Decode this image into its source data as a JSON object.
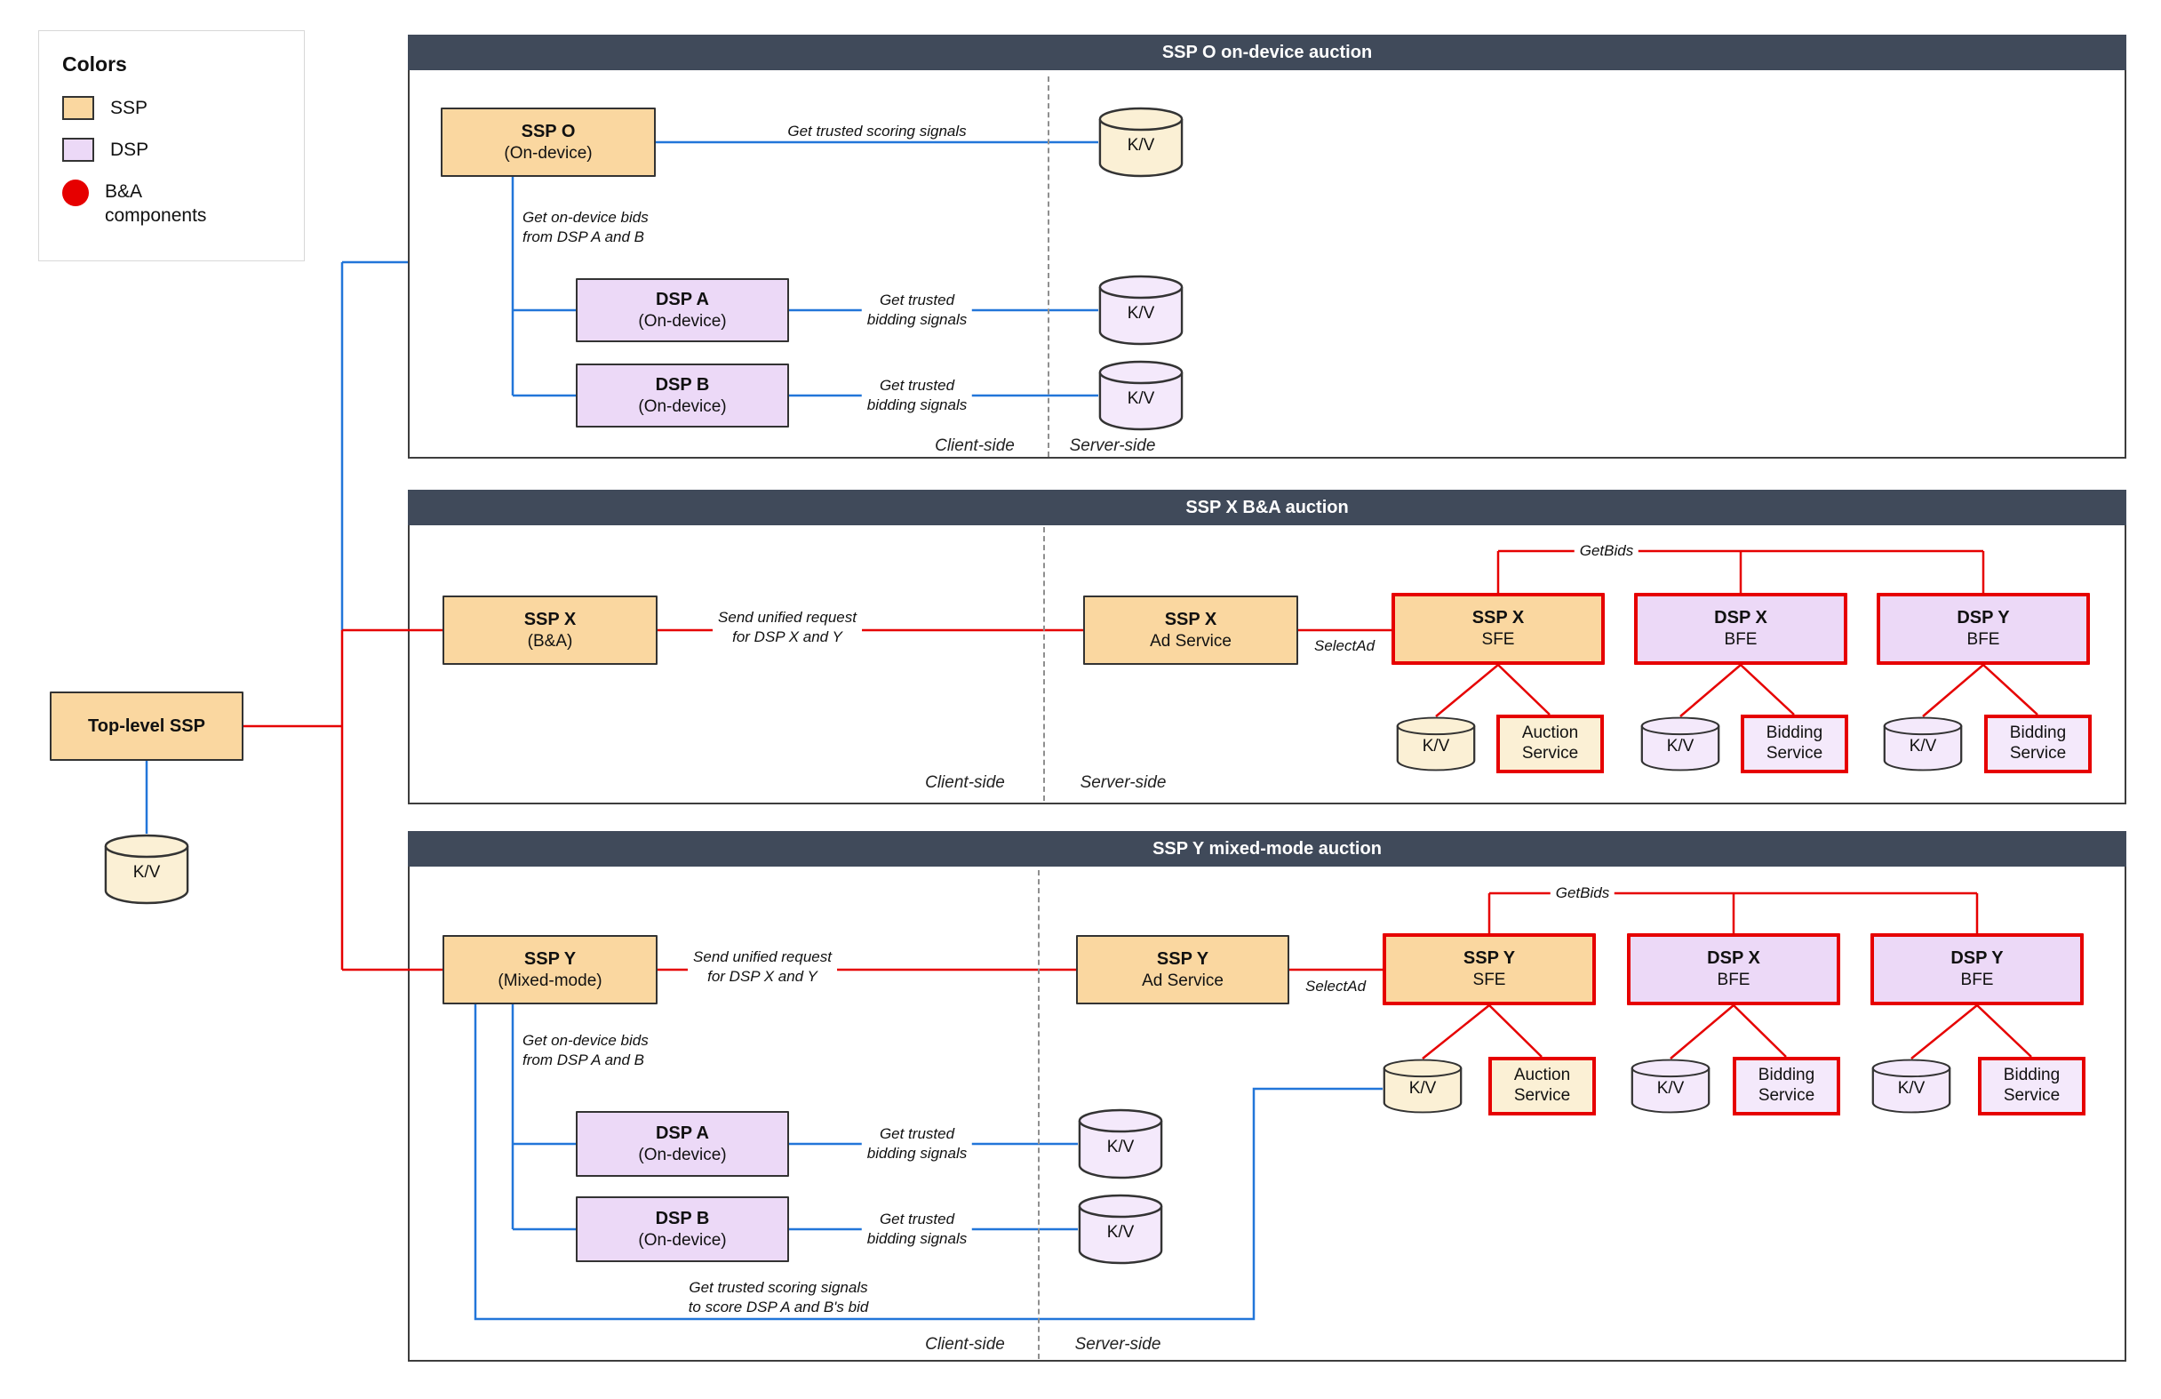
{
  "colors": {
    "ssp_fill": "#FAD7A0",
    "dsp_fill": "#ECD9F7",
    "ba_red": "#E60000",
    "arrow_blue": "#2276D9",
    "panel_header_bg": "#404A5A",
    "kv_cream": "#FBF0D5",
    "kv_lavender": "#F4E9FB"
  },
  "legend": {
    "title": "Colors",
    "ssp_label": "SSP",
    "dsp_label": "DSP",
    "ba_label": "B&A components"
  },
  "top_level_ssp_label": "Top-level SSP",
  "kv_label": "K/V",
  "panel1": {
    "title": "SSP O on-device auction",
    "ssp_o": {
      "title": "SSP O",
      "subtitle": "(On-device)"
    },
    "dsp_a": {
      "title": "DSP A",
      "subtitle": "(On-device)"
    },
    "dsp_b": {
      "title": "DSP B",
      "subtitle": "(On-device)"
    },
    "labels": {
      "scoring": "Get trusted scoring signals",
      "on_device_bids_1": "Get on-device bids",
      "on_device_bids_2": "from DSP A and B",
      "bidding_1": "Get trusted",
      "bidding_2": "bidding signals"
    },
    "client_side": "Client-side",
    "server_side": "Server-side"
  },
  "panel2": {
    "title": "SSP X B&A auction",
    "ssp_x": {
      "title": "SSP X",
      "subtitle": "(B&A)"
    },
    "ad_service": {
      "title": "SSP X",
      "subtitle": "Ad Service"
    },
    "sfe": {
      "title": "SSP X",
      "subtitle": "SFE"
    },
    "bfe_x": {
      "title": "DSP X",
      "subtitle": "BFE"
    },
    "bfe_y": {
      "title": "DSP Y",
      "subtitle": "BFE"
    },
    "auction_service": "Auction Service",
    "bidding_service": "Bidding Service",
    "labels": {
      "unified_1": "Send unified request",
      "unified_2": "for DSP X and Y",
      "select_ad": "SelectAd",
      "get_bids": "GetBids"
    },
    "client_side": "Client-side",
    "server_side": "Server-side"
  },
  "panel3": {
    "title": "SSP Y mixed-mode auction",
    "ssp_y": {
      "title": "SSP Y",
      "subtitle": "(Mixed-mode)"
    },
    "ad_service": {
      "title": "SSP Y",
      "subtitle": "Ad Service"
    },
    "sfe": {
      "title": "SSP Y",
      "subtitle": "SFE"
    },
    "bfe_x": {
      "title": "DSP X",
      "subtitle": "BFE"
    },
    "bfe_y": {
      "title": "DSP Y",
      "subtitle": "BFE"
    },
    "auction_service": "Auction Service",
    "bidding_service": "Bidding Service",
    "dsp_a": {
      "title": "DSP A",
      "subtitle": "(On-device)"
    },
    "dsp_b": {
      "title": "DSP B",
      "subtitle": "(On-device)"
    },
    "labels": {
      "unified_1": "Send unified request",
      "unified_2": "for DSP X and Y",
      "select_ad": "SelectAd",
      "get_bids": "GetBids",
      "on_device_bids_1": "Get on-device bids",
      "on_device_bids_2": "from DSP A and B",
      "bidding_1": "Get trusted",
      "bidding_2": "bidding signals",
      "scoring_1": "Get trusted scoring signals",
      "scoring_2": "to score DSP A and B's bid"
    },
    "client_side": "Client-side",
    "server_side": "Server-side"
  }
}
